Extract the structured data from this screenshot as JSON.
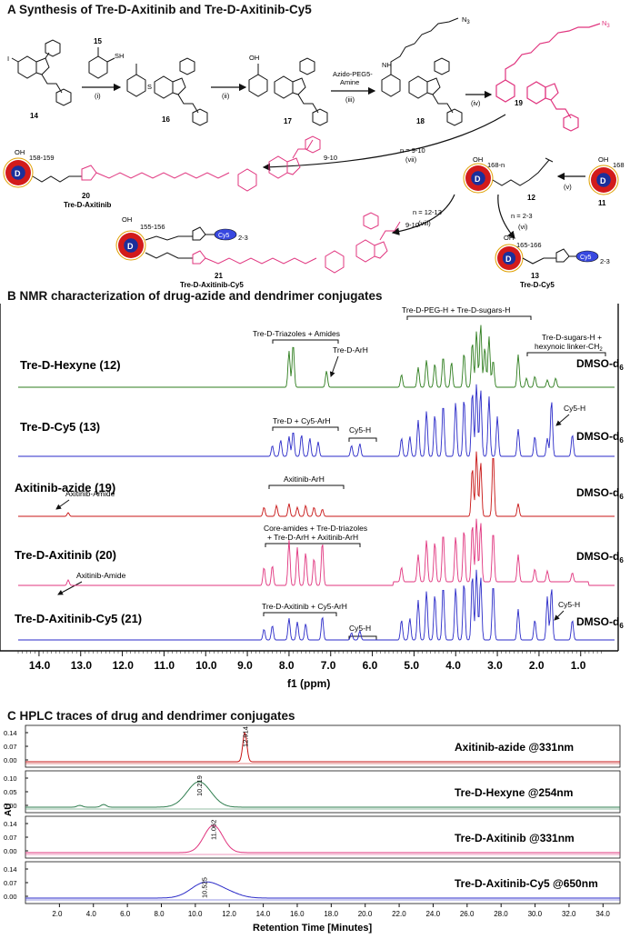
{
  "panel_a": {
    "title": "A Synthesis of Tre-D-Axitinib and Tre-D-Axitinib-Cy5",
    "compounds": {
      "c14": "14",
      "c15": "15",
      "c16": "16",
      "c17": "17",
      "c18": "18",
      "c19": "19",
      "c20": "20",
      "c21": "21",
      "c11": "11",
      "c12": "12",
      "c13": "13"
    },
    "names": {
      "c20": "Tre-D-Axitinib",
      "c21": "Tre-D-Axitinib-Cy5",
      "c13": "Tre-D-Cy5"
    },
    "reagents": {
      "r1": "(i)",
      "r2": "(ii)",
      "r3_top": "Azido-PEG5-",
      "r3_mid": "Amine",
      "r3": "(iii)",
      "r4": "(iv)",
      "r5": "(v)",
      "r6": "(vi)",
      "r7": "(vii)",
      "r8": "(viii)"
    },
    "conditions": {
      "n7": "n = 9-10",
      "n8": "n = 12-13",
      "n6": "n = 2-3"
    },
    "oh_counts": {
      "d20": "158-159",
      "d12": "168-n",
      "d11": "168",
      "d21": "155-156",
      "d13": "165-166"
    },
    "oh": "OH",
    "d": "D",
    "cy5": "Cy5",
    "sub_910": "9-10",
    "sub_23": "2-3",
    "n3": "N",
    "n3sub": "3"
  },
  "panel_b": {
    "title": "B NMR characterization of drug-azide and dendrimer conjugates",
    "xlabel": "f1 (ppm)",
    "ticks": [
      "14.0",
      "13.0",
      "12.0",
      "11.0",
      "10.0",
      "9.0",
      "8.0",
      "7.0",
      "6.0",
      "5.0",
      "4.0",
      "3.0",
      "2.0",
      "1.0"
    ],
    "spectra": [
      {
        "name": "Tre-D-Hexyne (12)",
        "solvent": "DMSO-d",
        "sub": "6",
        "color": "#2e7d1e"
      },
      {
        "name": "Tre-D-Cy5 (13)",
        "solvent": "DMSO-d",
        "sub": "6",
        "color": "#2a2ac8"
      },
      {
        "name": "Axitinib-azide (19)",
        "solvent": "DMSO-d",
        "sub": "6",
        "color": "#c81414"
      },
      {
        "name": "Tre-D-Axitinib (20)",
        "solvent": "DMSO-d",
        "sub": "6",
        "color": "#e0347e"
      },
      {
        "name": "Tre-D-Axitinib-Cy5 (21)",
        "solvent": "DMSO-d",
        "sub": "6",
        "color": "#2a2ac8"
      }
    ],
    "annotations": {
      "a1": "Tre-D-Triazoles + Amides",
      "a2": "Tre-D-ArH",
      "a3": "Tre-D-PEG-H + Tre-D-sugars-H",
      "a4a": "Tre-D-sugars-H +",
      "a4b": "hexynoic linker-CH",
      "a4sub": "2",
      "a5": "Tre-D + Cy5-ArH",
      "a6": "Cy5-H",
      "a7": "Cy5-H",
      "a8": "Axitinib-ArH",
      "a9": "Axitinib-Amide",
      "a10a": "Core-amides + Tre-D-triazoles",
      "a10b": "+ Tre-D-ArH + Axitinib-ArH",
      "a11": "Axitinib-Amide",
      "a12": "Tre-D-Axitinib + Cy5-ArH",
      "a13": "Cy5-H",
      "a14": "Cy5-H"
    }
  },
  "panel_c": {
    "title": "C HPLC traces of drug and dendrimer conjugates",
    "ylabel": "AU",
    "xlabel": "Retention Time [Minutes]",
    "xticks": [
      "2.0",
      "4.0",
      "6.0",
      "8.0",
      "10.0",
      "12.0",
      "14.0",
      "16.0",
      "18.0",
      "20.0",
      "22.0",
      "24.0",
      "26.0",
      "28.0",
      "30.0",
      "32.0",
      "34.0"
    ],
    "traces": [
      {
        "label": "Axitinib-azide  @331nm",
        "peak": "12.914",
        "color": "#c81414",
        "yticks": [
          "0.14",
          "0.07",
          "0.00"
        ]
      },
      {
        "label": "Tre-D-Hexyne  @254nm",
        "peak": "10.219",
        "color": "#2e7d4e",
        "yticks": [
          "0.10",
          "0.05",
          "0.00"
        ]
      },
      {
        "label": "Tre-D-Axitinib  @331nm",
        "peak": "11.062",
        "color": "#e0347e",
        "yticks": [
          "0.14",
          "0.07",
          "0.00"
        ]
      },
      {
        "label": "Tre-D-Axitinib-Cy5  @650nm",
        "peak": "10.525",
        "color": "#2a2ac8",
        "yticks": [
          "0.14",
          "0.07",
          "0.00"
        ]
      }
    ]
  }
}
